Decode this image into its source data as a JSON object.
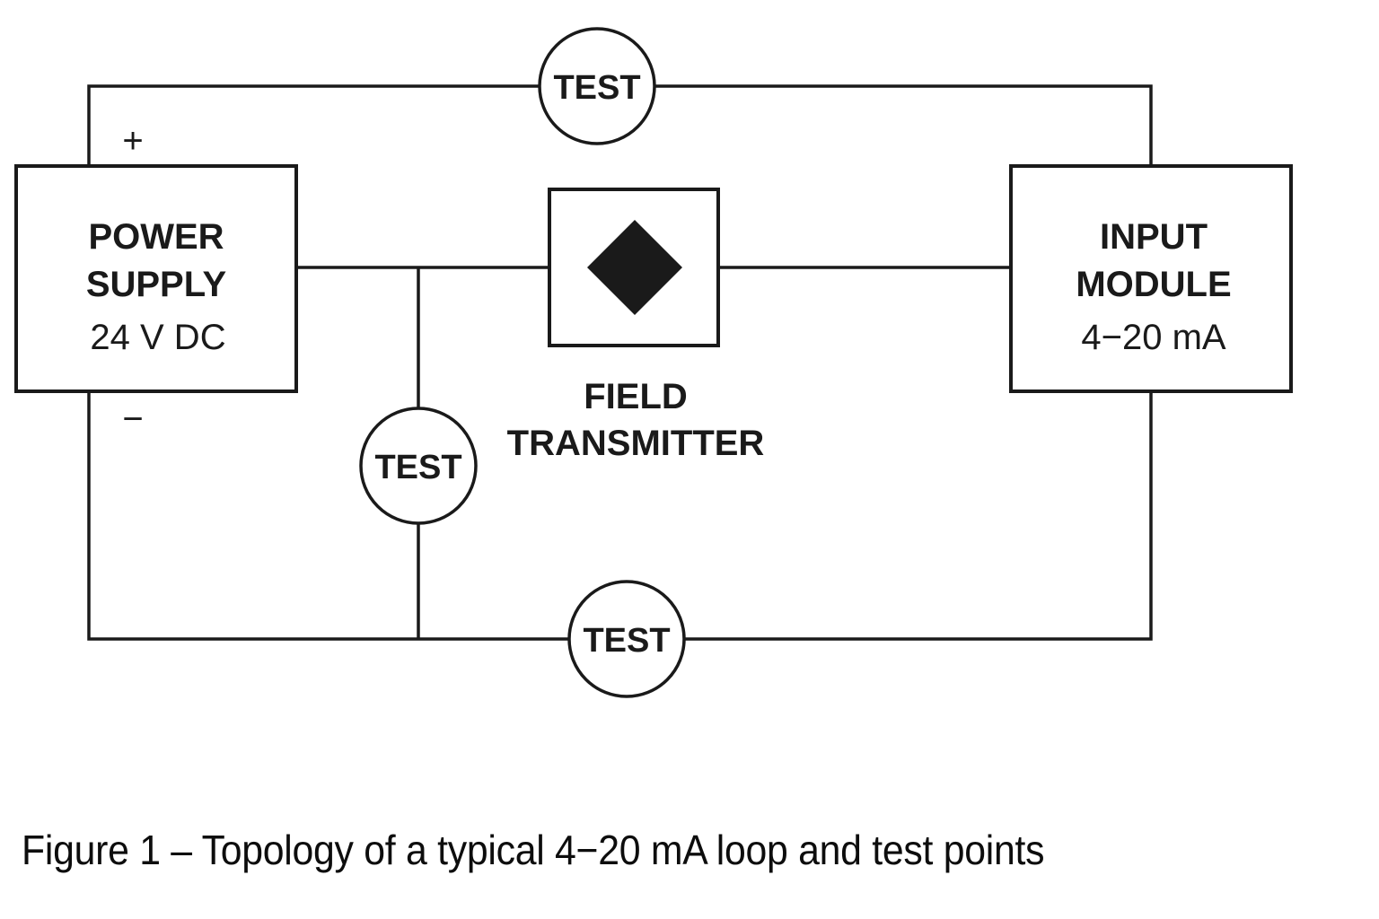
{
  "blocks": {
    "power_supply": {
      "line1": "POWER",
      "line2": "SUPPLY",
      "line3": "24 V DC"
    },
    "field_transmitter": {
      "line1": "FIELD",
      "line2": "TRANSMITTER",
      "symbol": "diamond-icon"
    },
    "input_module": {
      "line1": "INPUT",
      "line2": "MODULE",
      "line3": "4−20 mA"
    }
  },
  "terminals": {
    "positive": "+",
    "negative": "−"
  },
  "test_points": [
    {
      "id": "top",
      "label": "TEST"
    },
    {
      "id": "middle",
      "label": "TEST"
    },
    {
      "id": "bottom",
      "label": "TEST"
    }
  ],
  "caption": "Figure 1 – Topology of a typical 4−20 mA loop and test points",
  "colors": {
    "line": "#1a1a1a",
    "background": "#ffffff"
  }
}
